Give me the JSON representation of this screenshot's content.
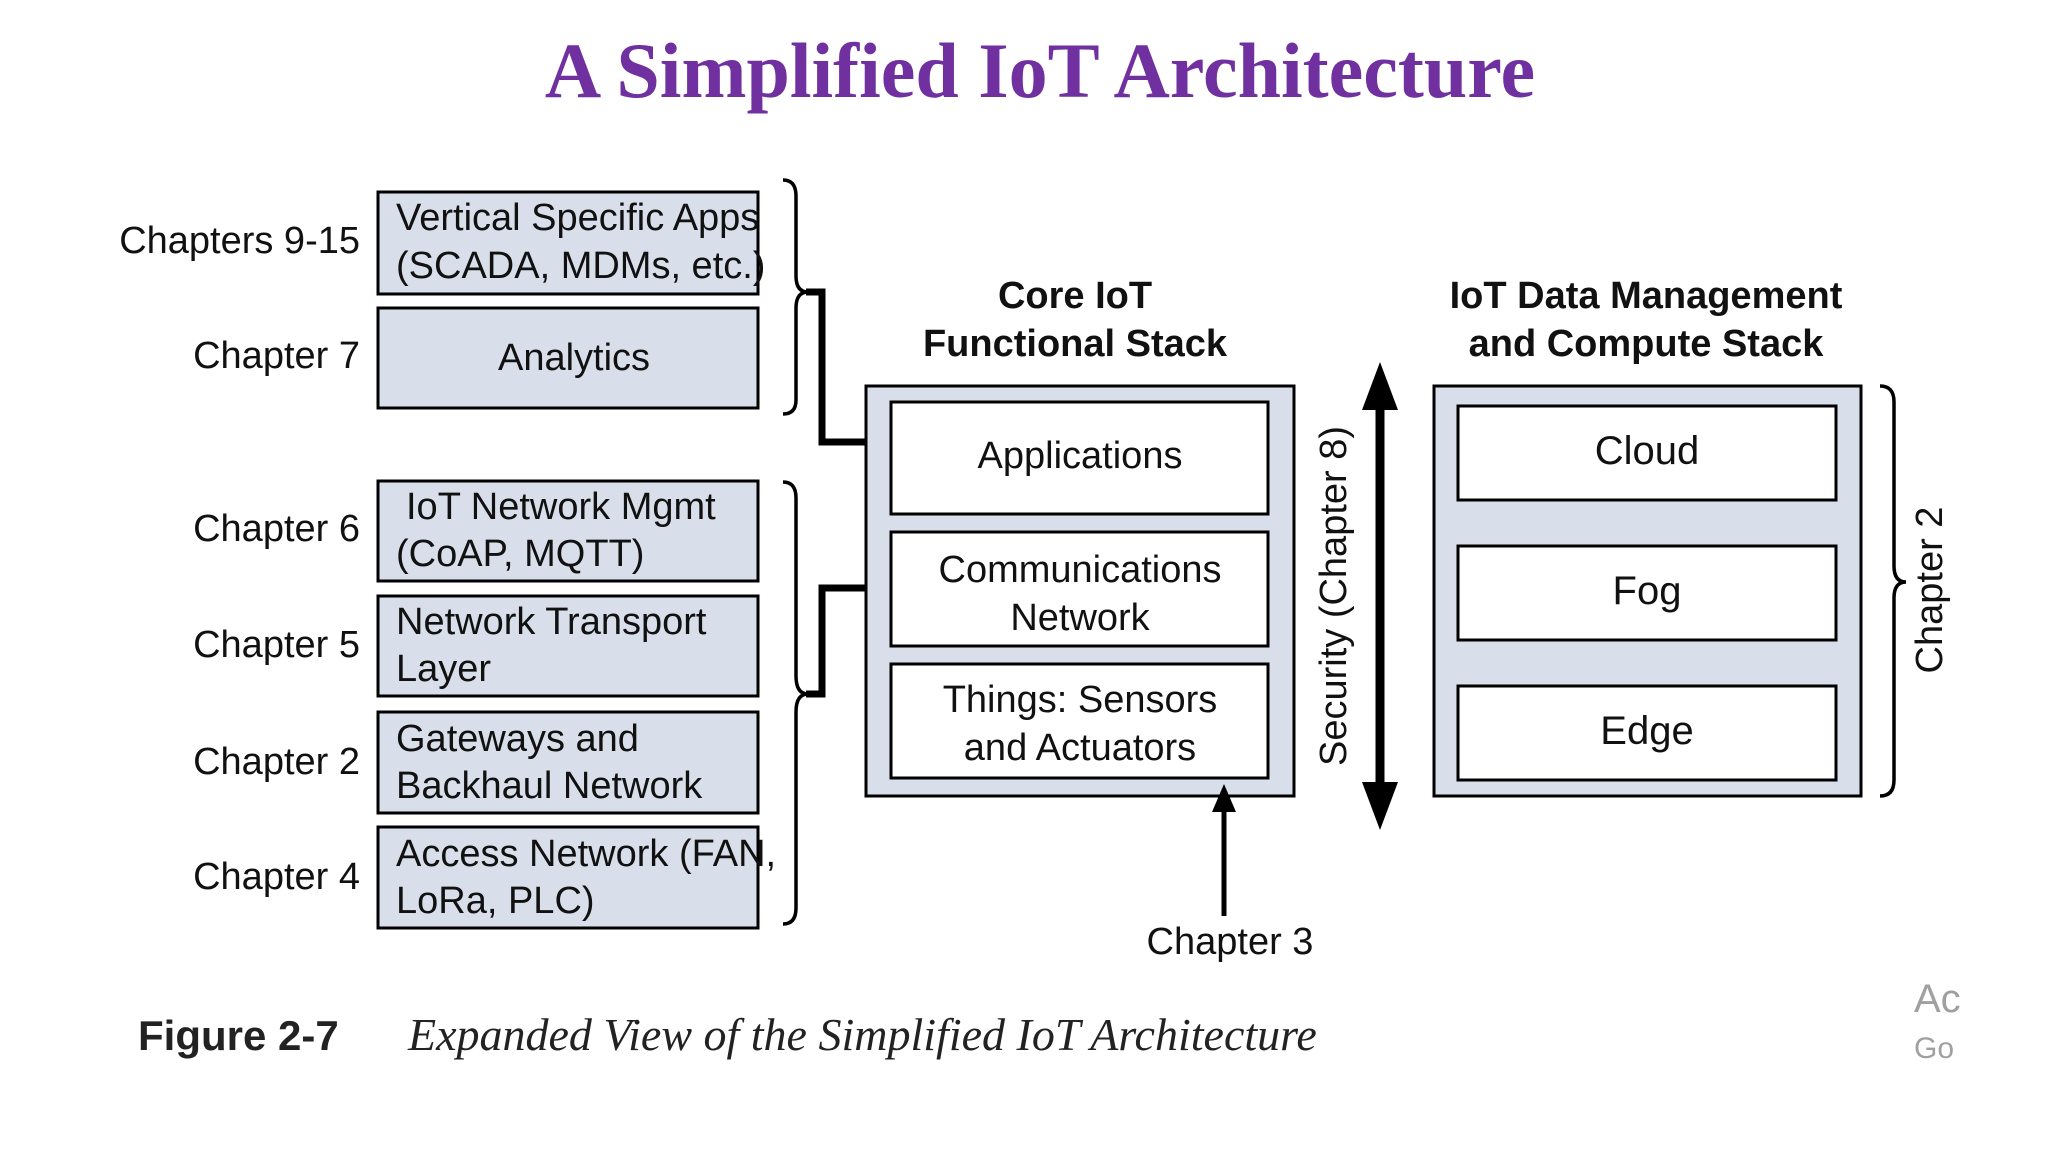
{
  "title": "A Simplified IoT Architecture",
  "colors": {
    "title": "#7030a0",
    "box_fill": "#d9dfea",
    "inner_box_fill": "#ffffff",
    "stroke": "#000000",
    "text": "#111111",
    "watermark": "#a0a0a0"
  },
  "left_stack": {
    "rows": [
      {
        "chapter": "Chapters 9-15",
        "lines": [
          "Vertical Specific Apps",
          "(SCADA, MDMs, etc.)"
        ]
      },
      {
        "chapter": "Chapter 7",
        "lines": [
          "Analytics"
        ]
      },
      {
        "chapter": "Chapter 6",
        "lines": [
          "IoT Network Mgmt",
          "(CoAP, MQTT)"
        ]
      },
      {
        "chapter": "Chapter 5",
        "lines": [
          "Network Transport",
          "Layer"
        ]
      },
      {
        "chapter": "Chapter 2",
        "lines": [
          "Gateways and",
          "Backhaul Network"
        ]
      },
      {
        "chapter": "Chapter 4",
        "lines": [
          "Access Network (FAN,",
          "LoRa, PLC)"
        ]
      }
    ]
  },
  "core_stack": {
    "heading": [
      "Core IoT",
      "Functional Stack"
    ],
    "layers": [
      {
        "lines": [
          "Applications"
        ]
      },
      {
        "lines": [
          "Communications",
          "Network"
        ]
      },
      {
        "lines": [
          "Things: Sensors",
          "and Actuators"
        ]
      }
    ],
    "bottom_label": "Chapter 3"
  },
  "security": {
    "label": "Security (Chapter 8)"
  },
  "data_stack": {
    "heading": [
      "IoT Data Management",
      "and Compute Stack"
    ],
    "layers": [
      {
        "label": "Cloud"
      },
      {
        "label": "Fog"
      },
      {
        "label": "Edge"
      }
    ],
    "side_label": "Chapter 2"
  },
  "caption": {
    "figure_label": "Figure 2-7",
    "text": "Expanded View of the Simplified IoT Architecture"
  },
  "watermark": {
    "line1": "Ac",
    "line2": "Go"
  }
}
